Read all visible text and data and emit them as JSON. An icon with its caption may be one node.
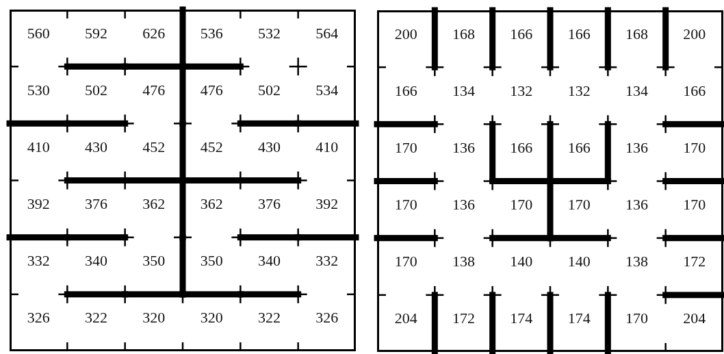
{
  "diagram": {
    "labels": [
      "560",
      "592",
      "626",
      "536",
      "532",
      "564",
      "530",
      "502",
      "476",
      "476",
      "502",
      "534",
      "410",
      "430",
      "452",
      "452",
      "430",
      "410",
      "392",
      "376",
      "362",
      "362",
      "376",
      "392",
      "332",
      "340",
      "350",
      "350",
      "340",
      "332",
      "326",
      "322",
      "320",
      "320",
      "322",
      "326",
      "200",
      "168",
      "166",
      "166",
      "168",
      "200",
      "166",
      "134",
      "132",
      "132",
      "134",
      "166",
      "170",
      "136",
      "166",
      "166",
      "136",
      "170",
      "170",
      "136",
      "170",
      "170",
      "136",
      "170",
      "170",
      "138",
      "140",
      "140",
      "138",
      "172",
      "204",
      "172",
      "174",
      "174",
      "170",
      "204"
    ]
  }
}
